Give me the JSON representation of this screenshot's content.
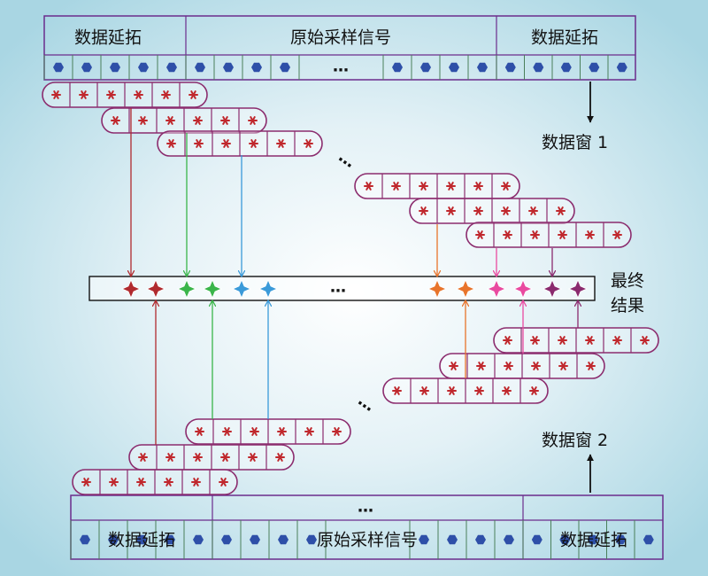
{
  "top_array": {
    "left_label": "数据延拓",
    "middle_label": "原始采样信号",
    "right_label": "数据延拓",
    "ellipsis": "…"
  },
  "bottom_array": {
    "left_label": "数据延拓",
    "middle_label": "原始采样信号",
    "right_label": "数据延拓",
    "ellipsis": "…"
  },
  "window1_label": "数据窗 1",
  "window2_label": "数据窗 2",
  "result_label_line1": "最终",
  "result_label_line2": "结果",
  "result_ellipsis": "…",
  "window_ellipsis_top": "…",
  "window_ellipsis_bottom": "…",
  "colors": {
    "box_border": "#6b2c8c",
    "sample_hexagon": "#2e4fa8",
    "window_border": "#8b2c6e",
    "star_red": "#c0282d",
    "arrow_window_indicator": "#111111",
    "pairs": [
      "#b02a2e",
      "#3ab54a",
      "#3a9ad9",
      "#e8742b",
      "#e94aa0",
      "#8a2a6e"
    ]
  }
}
